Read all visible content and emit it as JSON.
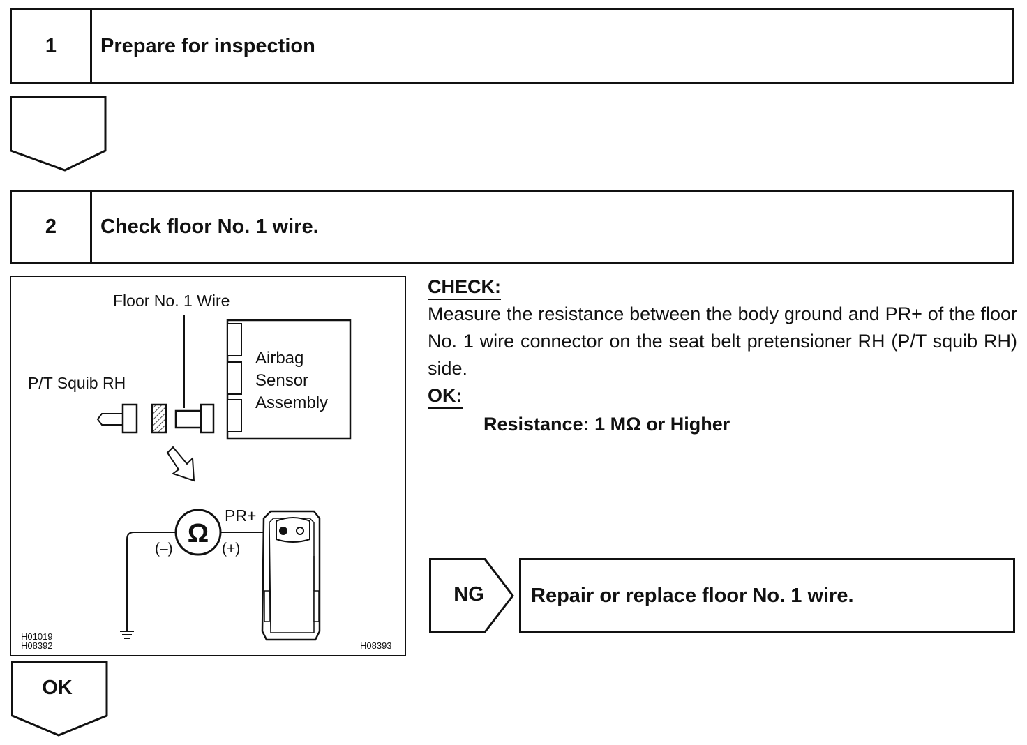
{
  "steps": [
    {
      "number": "1",
      "title": "Prepare for inspection"
    },
    {
      "number": "2",
      "title": "Check floor No. 1 wire."
    }
  ],
  "figure": {
    "label_floor_wire": "Floor No. 1 Wire",
    "label_squib": "P/T Squib RH",
    "label_airbag_1": "Airbag",
    "label_airbag_2": "Sensor",
    "label_airbag_3": "Assembly",
    "label_pr": "PR+",
    "label_minus": "(–)",
    "label_plus": "(+)",
    "ohm_symbol": "Ω",
    "code_left_1": "H01019",
    "code_left_2": "H08392",
    "code_right": "H08393"
  },
  "check": {
    "heading": "CHECK:",
    "text": "Measure the resistance between the body ground and PR+ of the floor No. 1 wire connector on the seat belt pretensioner RH (P/T squib RH) side.",
    "ok_heading": "OK:",
    "spec": "Resistance: 1 MΩ or Higher"
  },
  "ng": {
    "label": "NG",
    "action": "Repair or replace floor No. 1 wire."
  },
  "ok_label": "OK"
}
